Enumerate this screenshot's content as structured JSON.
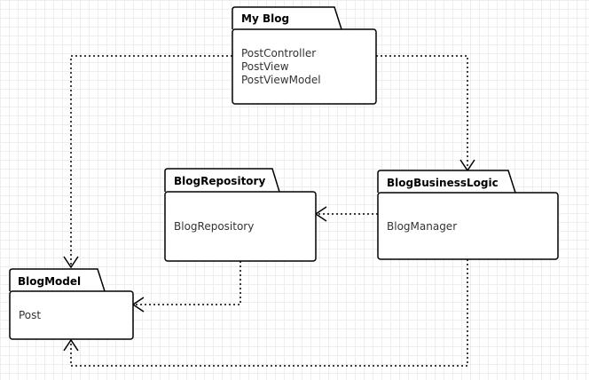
{
  "packages": [
    {
      "id": "myblog",
      "name": "My Blog",
      "contents": [
        "PostController",
        "PostView",
        "PostViewModel"
      ]
    },
    {
      "id": "repo",
      "name": "BlogRepository",
      "contents": [
        "BlogRepository"
      ]
    },
    {
      "id": "logic",
      "name": "BlogBusinessLogic",
      "contents": [
        "BlogManager"
      ]
    },
    {
      "id": "model",
      "name": "BlogModel",
      "contents": [
        "Post"
      ]
    }
  ],
  "dependencies": [
    {
      "from": "myblog",
      "to": "model"
    },
    {
      "from": "myblog",
      "to": "logic"
    },
    {
      "from": "logic",
      "to": "repo"
    },
    {
      "from": "repo",
      "to": "model"
    },
    {
      "from": "logic",
      "to": "model"
    }
  ]
}
